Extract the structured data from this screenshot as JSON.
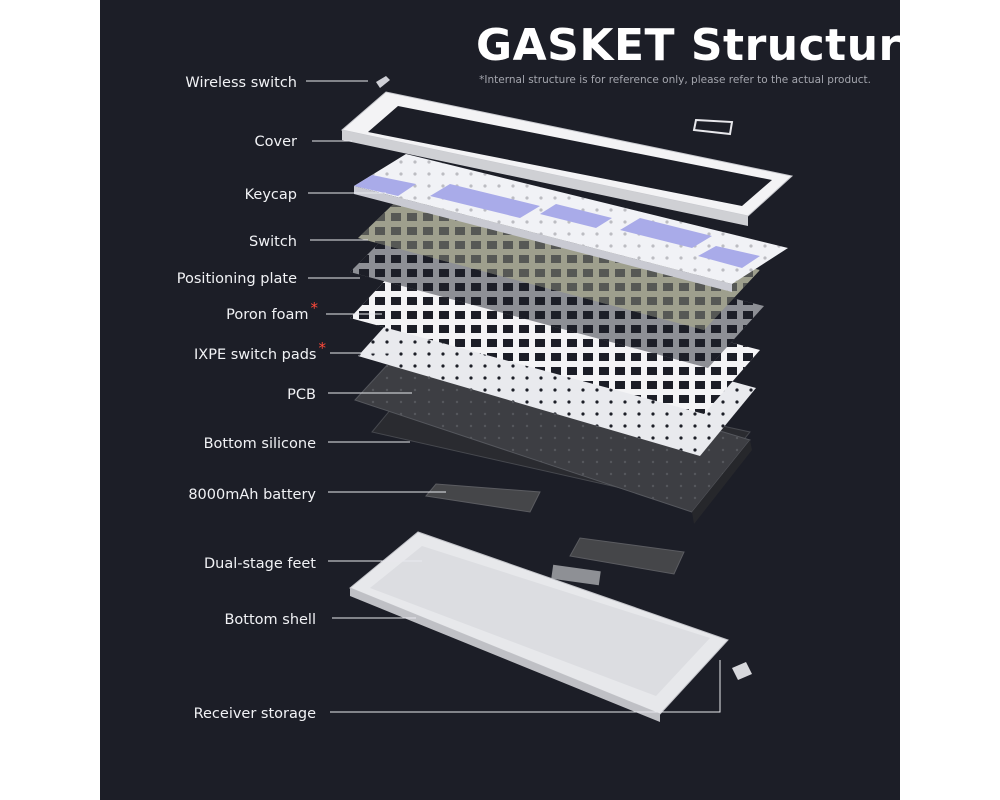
{
  "title": "GASKET  Structure",
  "note": "*Internal structure is for reference only, please refer to the actual product.",
  "colors": {
    "background": "#1c1e27",
    "text": "#ffffff",
    "asterisk": "#ff4a3a",
    "keycap_white": "#f1f2f6",
    "keycap_lavender": "#a9abe9",
    "switch": "#9e9f8d"
  },
  "labels": [
    {
      "id": "wireless-switch",
      "text": "Wireless switch",
      "star": ""
    },
    {
      "id": "cover",
      "text": "Cover",
      "star": ""
    },
    {
      "id": "keycap",
      "text": "Keycap",
      "star": ""
    },
    {
      "id": "switch",
      "text": "Switch",
      "star": ""
    },
    {
      "id": "positioning-plate",
      "text": "Positioning plate",
      "star": ""
    },
    {
      "id": "poron-foam",
      "text": "Poron foam",
      "star": "*"
    },
    {
      "id": "ixpe-switch-pads",
      "text": "IXPE switch pads",
      "star": "*"
    },
    {
      "id": "pcb",
      "text": "PCB",
      "star": ""
    },
    {
      "id": "bottom-silicone",
      "text": "Bottom silicone",
      "star": ""
    },
    {
      "id": "battery",
      "text": "8000mAh battery",
      "star": ""
    },
    {
      "id": "dual-stage-feet",
      "text": "Dual-stage feet",
      "star": ""
    },
    {
      "id": "bottom-shell",
      "text": "Bottom shell",
      "star": ""
    },
    {
      "id": "receiver-storage",
      "text": "Receiver storage",
      "star": ""
    }
  ]
}
